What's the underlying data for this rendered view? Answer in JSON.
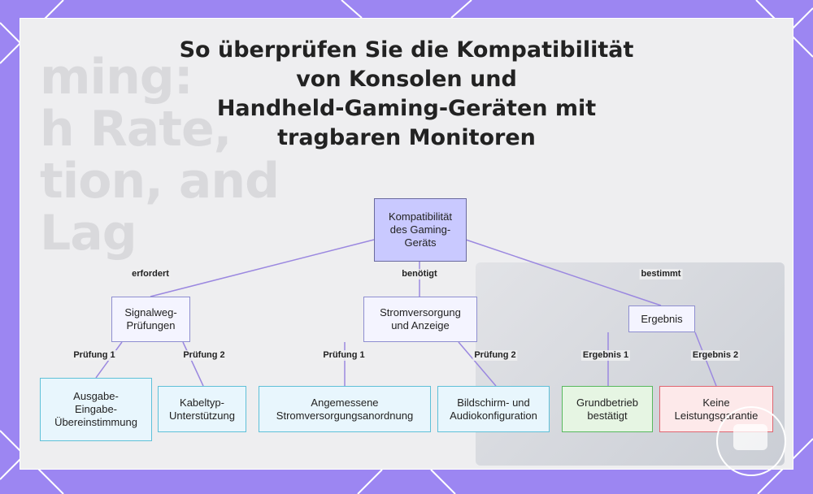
{
  "title_lines": [
    "So überprüfen Sie die Kompatibilität",
    "von Konsolen und",
    "Handheld-Gaming-Geräten mit",
    "tragbaren Monitoren"
  ],
  "background_text": "ming:\nh Rate,\ntion, and\nLag",
  "colors": {
    "frame_purple": "#9c86f2",
    "root_fill": "#c9c9ff",
    "leaf_border": "#5fc0d8",
    "success_border": "#58b85e",
    "warning_border": "#e06570",
    "edge": "#9b88e0"
  },
  "nodes": {
    "root": "Kompatibilität\ndes Gaming-\nGeräts",
    "signal": "Signalweg-\nPrüfungen",
    "power": "Stromversorgung\nund Anzeige",
    "result": "Ergebnis",
    "io": "Ausgabe-\nEingabe-\nÜbereinstimmung",
    "cable": "Kabeltyp-\nUnterstützung",
    "psu": "Angemessene\nStromversorgungsanordnung",
    "display": "Bildschirm- und\nAudiokonfiguration",
    "ok": "Grundbetrieb\nbestätigt",
    "nok": "Keine\nLeistungsgarantie"
  },
  "edges": {
    "requires": "erfordert",
    "needs": "benötigt",
    "determines": "bestimmt",
    "check1a": "Prüfung 1",
    "check2a": "Prüfung 2",
    "check1b": "Prüfung 1",
    "check2b": "Prüfung 2",
    "result1": "Ergebnis 1",
    "result2": "Ergebnis 2"
  }
}
